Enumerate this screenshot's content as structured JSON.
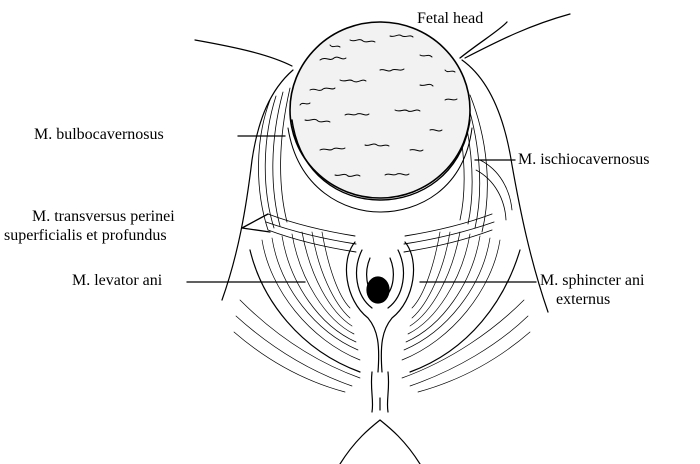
{
  "labels": {
    "fetal_head": "Fetal head",
    "bulbocavernosus": "M. bulbocavernosus",
    "ischiocavernosus": "M. ischiocavernosus",
    "transversus_line1": "M. transversus perinei",
    "transversus_line2": "superficialis et profundus",
    "levator_ani": "M. levator ani",
    "sphincter_line1": "M. sphincter ani",
    "sphincter_line2": "externus"
  },
  "colors": {
    "ink": "#000000",
    "paper": "#ffffff",
    "head_fill": "#f2f2f2"
  }
}
